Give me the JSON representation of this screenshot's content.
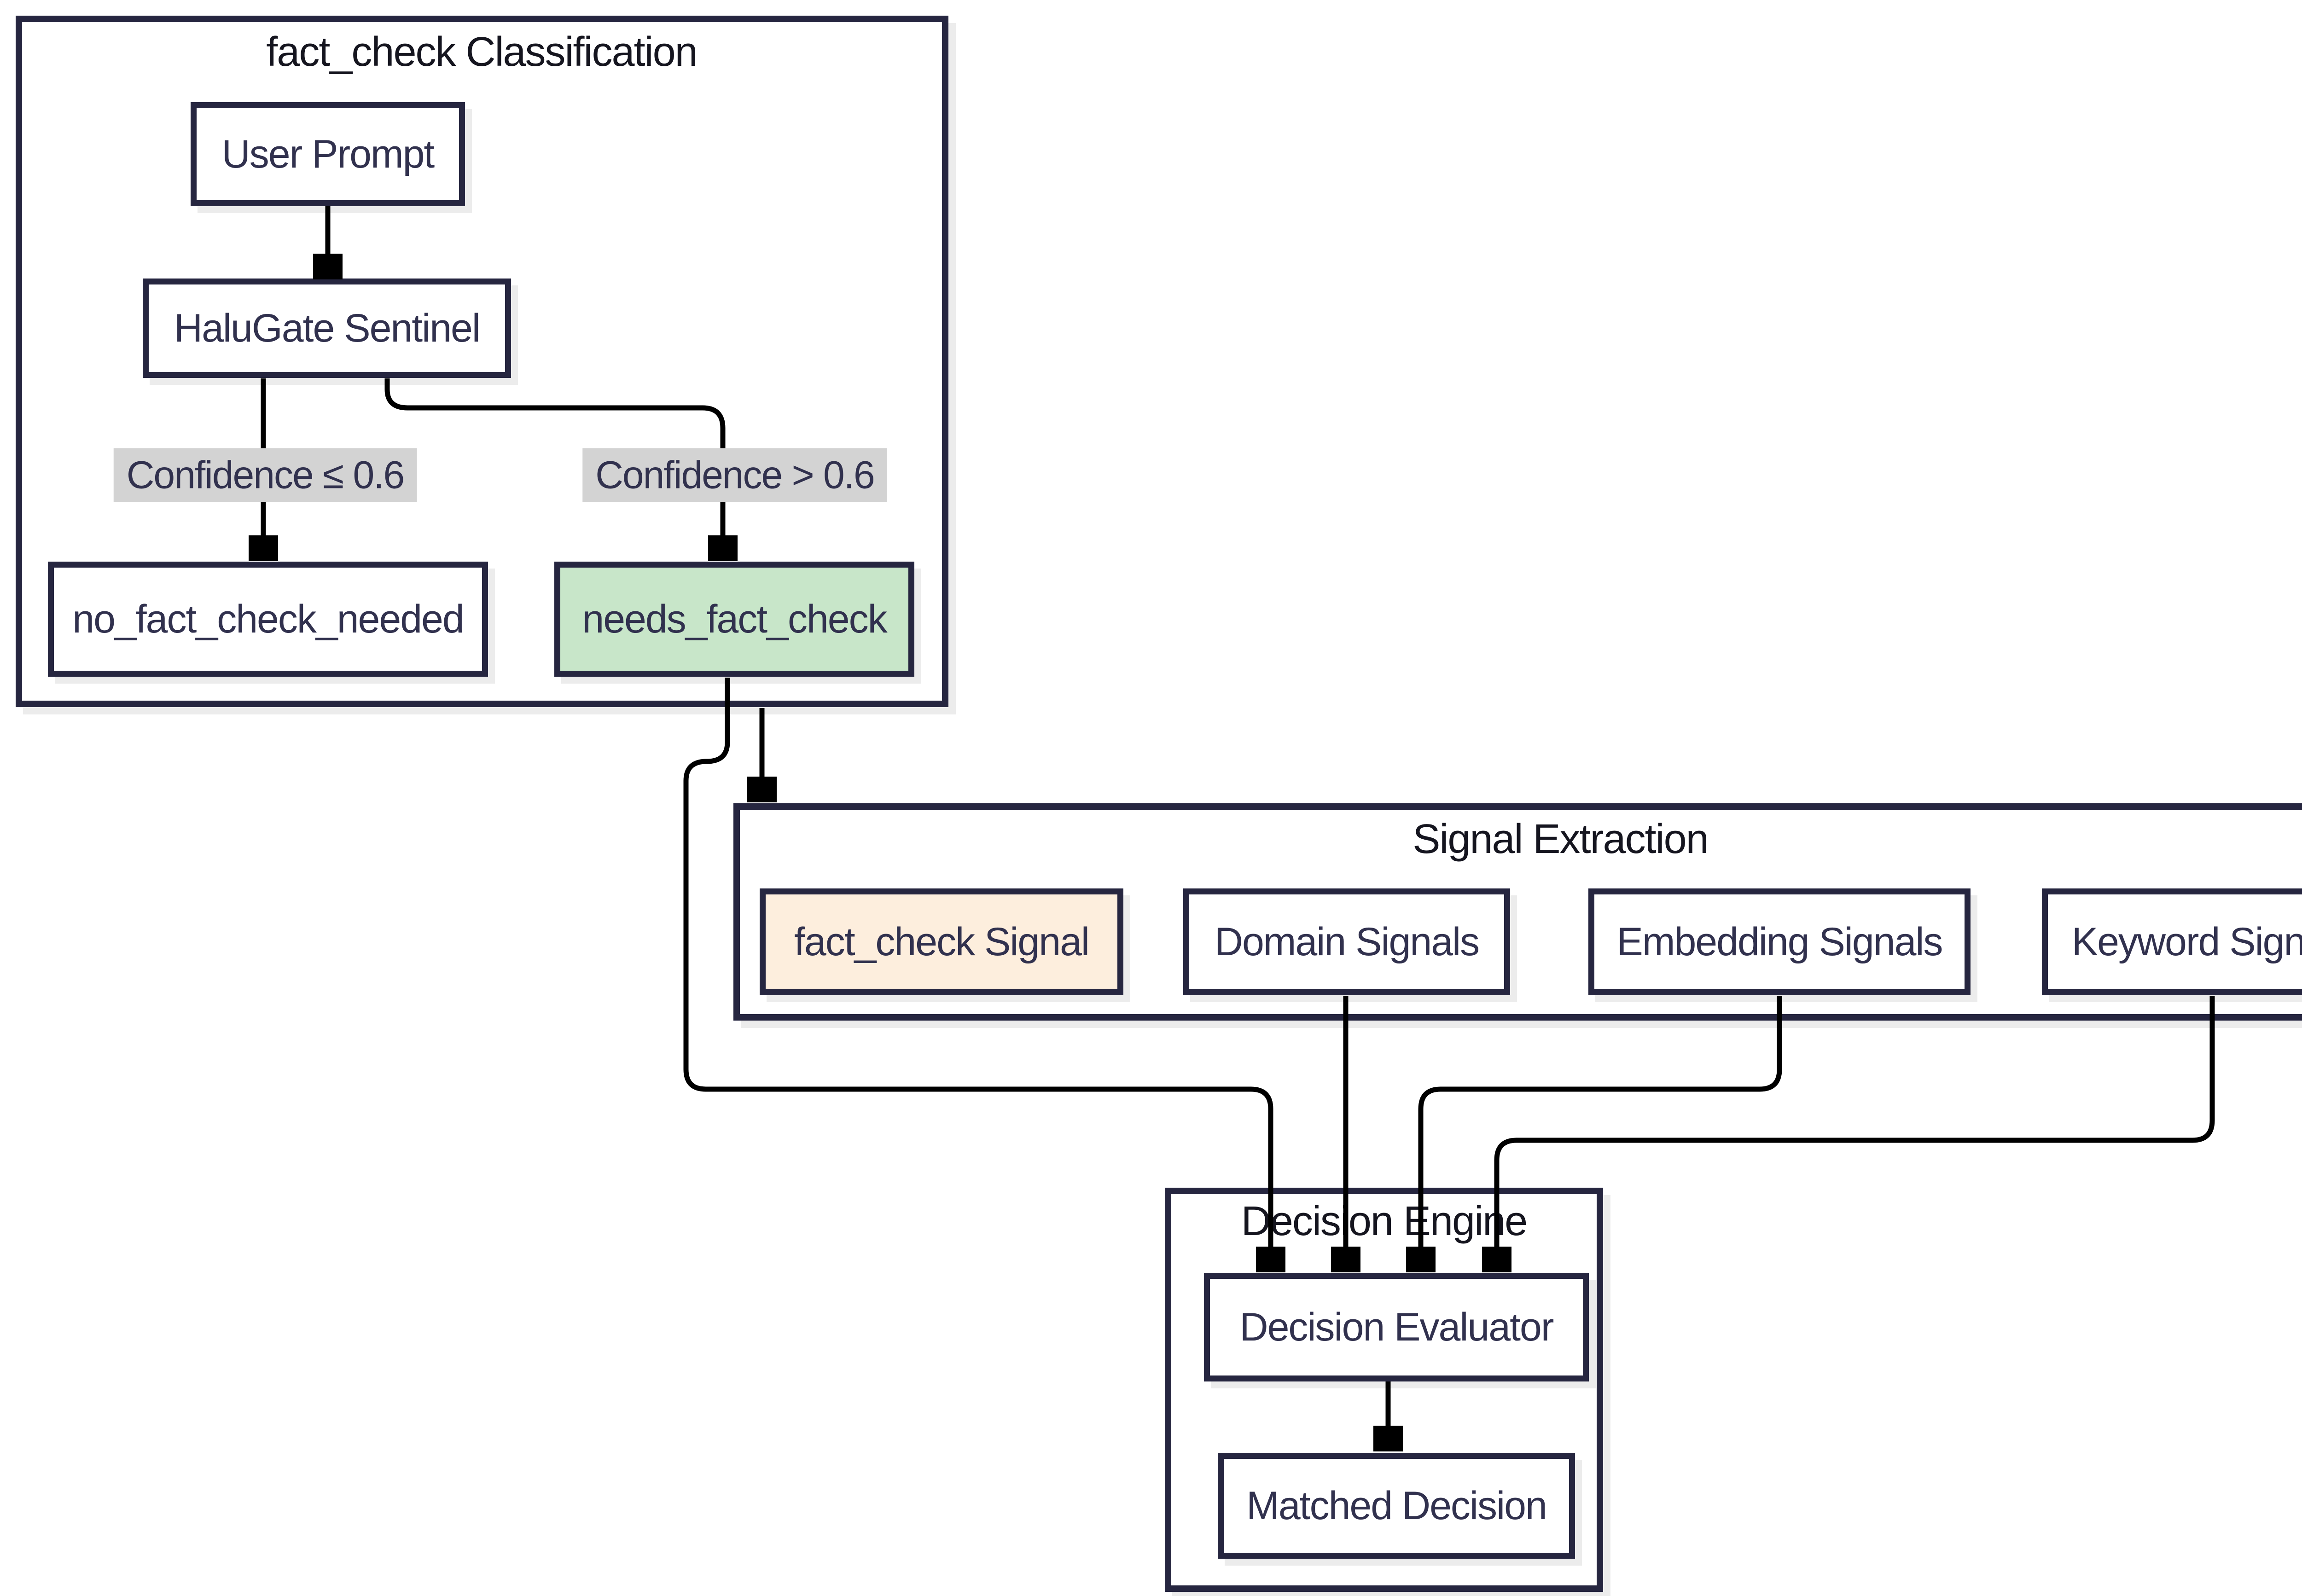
{
  "diagram": {
    "type": "flowchart",
    "subgraphs": [
      {
        "id": "classification",
        "title": "fact_check Classification"
      },
      {
        "id": "signal_extraction",
        "title": "Signal Extraction"
      },
      {
        "id": "decision_engine",
        "title": "Decision Engine"
      }
    ],
    "nodes": [
      {
        "id": "user_prompt",
        "label": "User Prompt",
        "fill": "#ffffff"
      },
      {
        "id": "halugate_sentinel",
        "label": "HaluGate Sentinel",
        "fill": "#ffffff"
      },
      {
        "id": "no_fact_check_needed",
        "label": "no_fact_check_needed",
        "fill": "#ffffff"
      },
      {
        "id": "needs_fact_check",
        "label": "needs_fact_check",
        "fill": "#c8e6c9"
      },
      {
        "id": "fact_check_signal",
        "label": "fact_check Signal",
        "fill": "#fdeedd"
      },
      {
        "id": "domain_signals",
        "label": "Domain Signals",
        "fill": "#ffffff"
      },
      {
        "id": "embedding_signals",
        "label": "Embedding Signals",
        "fill": "#ffffff"
      },
      {
        "id": "keyword_signals",
        "label": "Keyword Signals",
        "fill": "#ffffff"
      },
      {
        "id": "decision_evaluator",
        "label": "Decision Evaluator",
        "fill": "#ffffff"
      },
      {
        "id": "matched_decision",
        "label": "Matched Decision",
        "fill": "#ffffff"
      }
    ],
    "edge_labels": [
      {
        "id": "confidence_low",
        "text": "Confidence ≤ 0.6"
      },
      {
        "id": "confidence_high",
        "text": "Confidence > 0.6"
      }
    ],
    "edges": [
      {
        "from": "user_prompt",
        "to": "halugate_sentinel",
        "label": ""
      },
      {
        "from": "halugate_sentinel",
        "to": "no_fact_check_needed",
        "label": "Confidence ≤ 0.6"
      },
      {
        "from": "halugate_sentinel",
        "to": "needs_fact_check",
        "label": "Confidence > 0.6"
      },
      {
        "from": "needs_fact_check",
        "to": "signal_extraction",
        "label": ""
      },
      {
        "from": "needs_fact_check",
        "to": "decision_evaluator",
        "label": ""
      },
      {
        "from": "domain_signals",
        "to": "decision_evaluator",
        "label": ""
      },
      {
        "from": "embedding_signals",
        "to": "decision_evaluator",
        "label": ""
      },
      {
        "from": "keyword_signals",
        "to": "decision_evaluator",
        "label": ""
      },
      {
        "from": "decision_evaluator",
        "to": "matched_decision",
        "label": ""
      }
    ],
    "colors": {
      "background": "#ffffff",
      "node_border": "#262640",
      "node_fill": "#ffffff",
      "node_text": "#31314e",
      "title_text": "#15151f",
      "edge_stroke": "#000000",
      "edge_label_bg": "#d3d3d3",
      "highlight_green": "#c8e6c9",
      "highlight_peach": "#fdeedd",
      "shadow": "#ececec"
    }
  }
}
